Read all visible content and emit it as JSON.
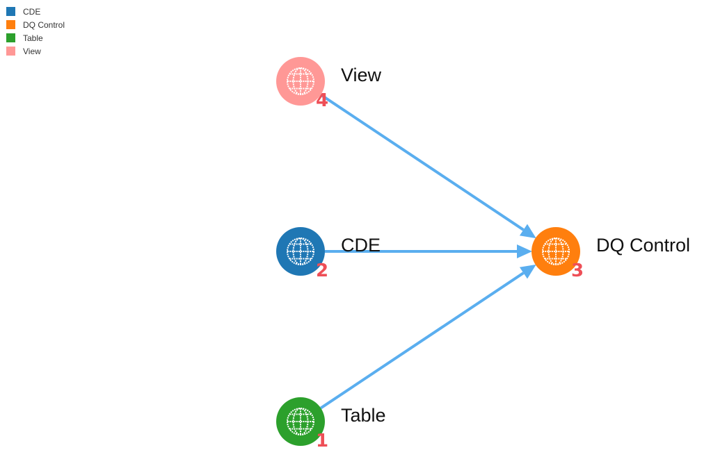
{
  "legend": [
    {
      "label": "CDE",
      "color": "#1f77b4"
    },
    {
      "label": "DQ Control",
      "color": "#ff7f0e"
    },
    {
      "label": "Table",
      "color": "#2ca02c"
    },
    {
      "label": "View",
      "color": "#ff9896"
    }
  ],
  "edge_color": "#5aaeef",
  "index_color": "#ee4f57",
  "nodes": [
    {
      "id": "view",
      "label": "View",
      "index": "4",
      "color": "#ff9896",
      "icon": "globe-icon"
    },
    {
      "id": "cde",
      "label": "CDE",
      "index": "2",
      "color": "#1f77b4",
      "icon": "globe-icon"
    },
    {
      "id": "dq",
      "label": "DQ Control",
      "index": "3",
      "color": "#ff7f0e",
      "icon": "globe-icon"
    },
    {
      "id": "table",
      "label": "Table",
      "index": "1",
      "color": "#2ca02c",
      "icon": "globe-icon"
    }
  ],
  "edges": [
    {
      "from": "view",
      "to": "dq"
    },
    {
      "from": "cde",
      "to": "dq"
    },
    {
      "from": "table",
      "to": "dq"
    }
  ]
}
